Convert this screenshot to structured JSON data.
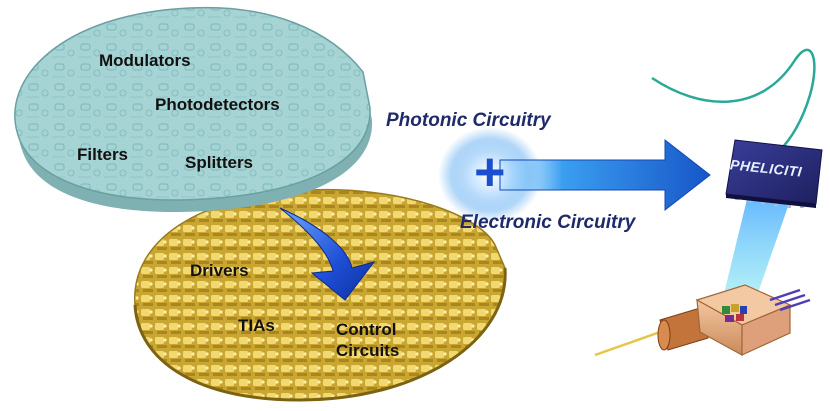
{
  "photonic_wafer": {
    "labels": [
      "Modulators",
      "Photodetectors",
      "Filters",
      "Splitters"
    ]
  },
  "electronic_wafer": {
    "labels": [
      "Drivers",
      "TIAs",
      "Control Circuits"
    ]
  },
  "combine": {
    "top_label": "Photonic Circuitry",
    "bottom_label": "Electronic Circuitry",
    "symbol": "+"
  },
  "chip": {
    "logo_text": "PHELICITI"
  },
  "colors": {
    "photonic_wafer": "#9ccccc",
    "electronic_wafer": "#d8b53a",
    "arrow_blue": "#1a4fd0",
    "label_blue": "#1f2a6b",
    "chip_body": "#2a2c7a",
    "fiber": "#2aa898"
  }
}
